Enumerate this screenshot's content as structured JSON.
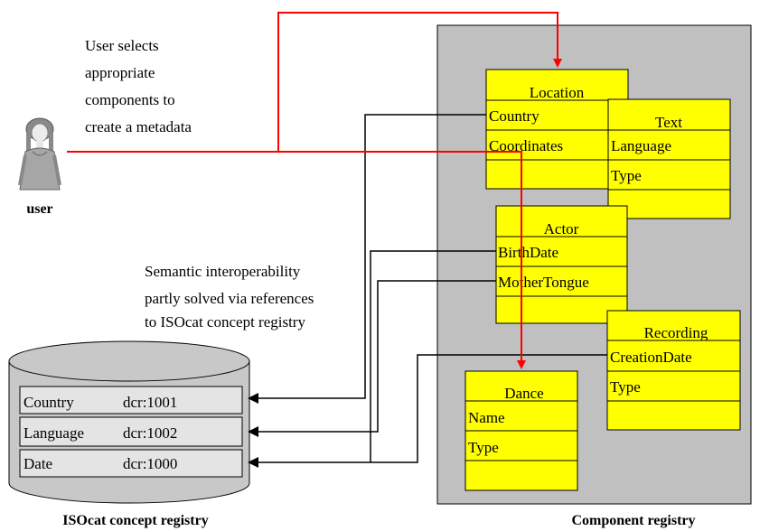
{
  "user": {
    "label": "user",
    "note_lines": [
      "User selects",
      "appropriate",
      "components to",
      "create a metadata"
    ]
  },
  "semantic_note_lines": [
    "Semantic interoperability",
    "partly solved via references",
    "to ISOcat concept registry"
  ],
  "isocat": {
    "label": "ISOcat concept registry",
    "rows": [
      {
        "name": "Country",
        "id": "dcr:1001"
      },
      {
        "name": "Language",
        "id": "dcr:1002"
      },
      {
        "name": "Date",
        "id": "dcr:1000"
      }
    ]
  },
  "component_registry": {
    "label": "Component registry",
    "components": {
      "location": {
        "title": "Location",
        "fields": [
          "Country",
          "Coordinates",
          ""
        ]
      },
      "text": {
        "title": "Text",
        "fields": [
          "Language",
          "Type",
          ""
        ]
      },
      "actor": {
        "title": "Actor",
        "fields": [
          "BirthDate",
          "MotherTongue",
          ""
        ]
      },
      "recording": {
        "title": "Recording",
        "fields": [
          "CreationDate",
          "Type",
          ""
        ]
      },
      "dance": {
        "title": "Dance",
        "fields": [
          "Name",
          "Type",
          ""
        ]
      }
    }
  },
  "colors": {
    "component_fill": "#ffff00",
    "registry_bg": "#c0c0c0",
    "selection_line": "#ff0000",
    "reference_line": "#000000",
    "cylinder_fill": "#c8c8c8",
    "row_fill": "#e4e4e4"
  }
}
